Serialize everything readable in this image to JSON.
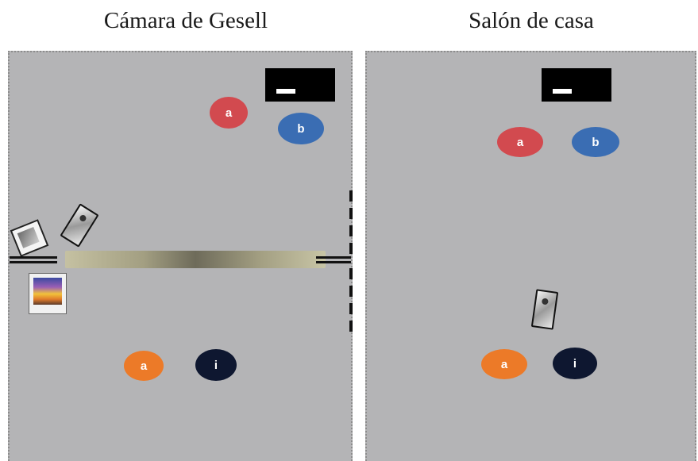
{
  "titles": {
    "left": "Cámara de Gesell",
    "right": "Salón de casa"
  },
  "people": {
    "left_a_top": "a",
    "left_b": "b",
    "left_a_bottom": "a",
    "left_i": "i",
    "right_a_top": "a",
    "right_b": "b",
    "right_a_bottom": "a",
    "right_i": "i"
  },
  "colors": {
    "person_a_red": "#d24a4f",
    "person_b_blue": "#3a6db3",
    "person_a_orange": "#ec7a28",
    "person_i_navy": "#0e1730",
    "room_background": "#b4b4b6"
  },
  "icons": [
    "tv-icon",
    "camera-icon",
    "monitor-icon",
    "one-way-mirror",
    "door-icon"
  ]
}
